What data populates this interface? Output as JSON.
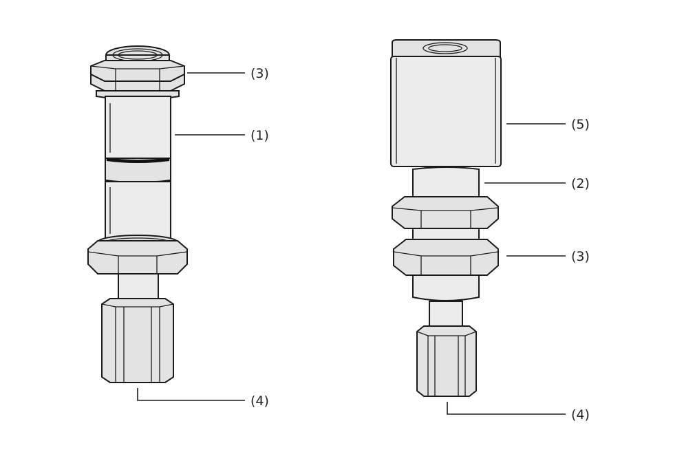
{
  "callouts": {
    "left": {
      "nut": "(3)",
      "body": "(1)",
      "fitting": "(4)"
    },
    "right": {
      "block": "(5)",
      "body": "(2)",
      "nut": "(3)",
      "fitting": "(4)"
    }
  }
}
